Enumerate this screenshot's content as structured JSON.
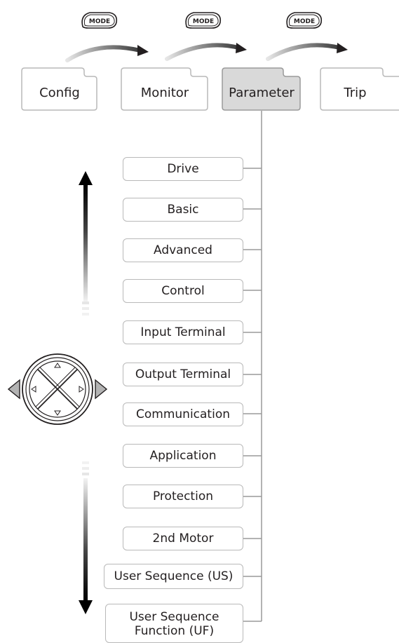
{
  "mode_buttons": [
    {
      "label": "MODE"
    },
    {
      "label": "MODE"
    },
    {
      "label": "MODE"
    }
  ],
  "mode_tabs": [
    {
      "label": "Config",
      "active": false
    },
    {
      "label": "Monitor",
      "active": false
    },
    {
      "label": "Parameter",
      "active": true
    },
    {
      "label": "Trip",
      "active": false
    }
  ],
  "parameter_groups": [
    {
      "label": "Drive"
    },
    {
      "label": "Basic"
    },
    {
      "label": "Advanced"
    },
    {
      "label": "Control"
    },
    {
      "label": "Input Terminal"
    },
    {
      "label": "Output Terminal"
    },
    {
      "label": "Communication"
    },
    {
      "label": "Application"
    },
    {
      "label": "Protection"
    },
    {
      "label": "2nd Motor"
    },
    {
      "label": "User Sequence (US)"
    },
    {
      "label_line1": "User Sequence",
      "label_line2": "Function (UF)"
    }
  ],
  "icons": {
    "navigation_keypad": "four-way-navigation-key-icon",
    "scroll_up_arrow": "up-arrow-icon",
    "scroll_down_arrow": "down-arrow-icon",
    "left_key": "left-triangle-icon",
    "right_key": "right-triangle-icon"
  },
  "colors": {
    "active_tab_fill": "#d9d9d9",
    "box_border": "#b9b9b9",
    "connector_line": "#9a9a9a",
    "text": "#231f20"
  }
}
